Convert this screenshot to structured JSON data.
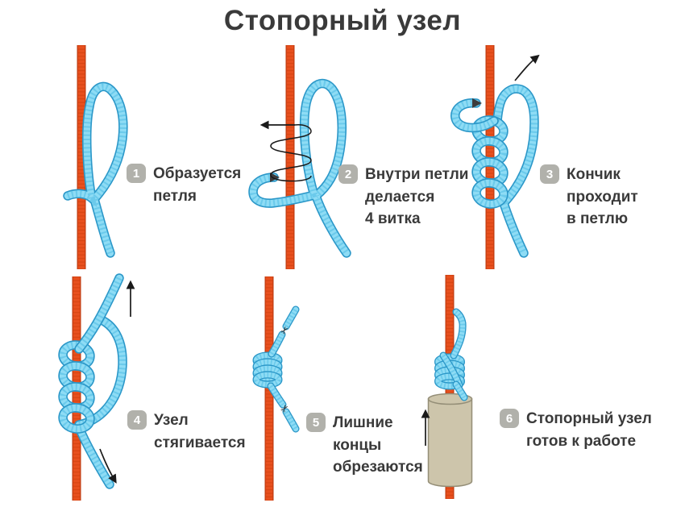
{
  "title": "Стопорный узел",
  "icons": {
    "scissors": "✂"
  },
  "colors": {
    "rod": "#E8501E",
    "rod_dark": "#BE3B10",
    "rod_stripe": "#D34312",
    "rope": "#8EDCF5",
    "rope_outline": "#2B97C8",
    "rope_stripe": "#54BEE4",
    "badge_bg": "#B1B1AB",
    "text": "#3A3A3A",
    "cylinder": "#CDC5AB",
    "cylinder_outline": "#948E77",
    "arrow": "#1A1A1A"
  },
  "steps": [
    {
      "number": "1",
      "lines": [
        "Образуется",
        "петля"
      ]
    },
    {
      "number": "2",
      "lines": [
        "Внутри петли",
        "делается",
        "4 витка"
      ]
    },
    {
      "number": "3",
      "lines": [
        "Кончик",
        "проходит",
        "в петлю"
      ]
    },
    {
      "number": "4",
      "lines": [
        "Узел",
        "стягивается"
      ]
    },
    {
      "number": "5",
      "lines": [
        "Лишние",
        "концы",
        "обрезаются"
      ]
    },
    {
      "number": "6",
      "lines": [
        "Стопорный узел",
        "готов к работе"
      ]
    }
  ]
}
